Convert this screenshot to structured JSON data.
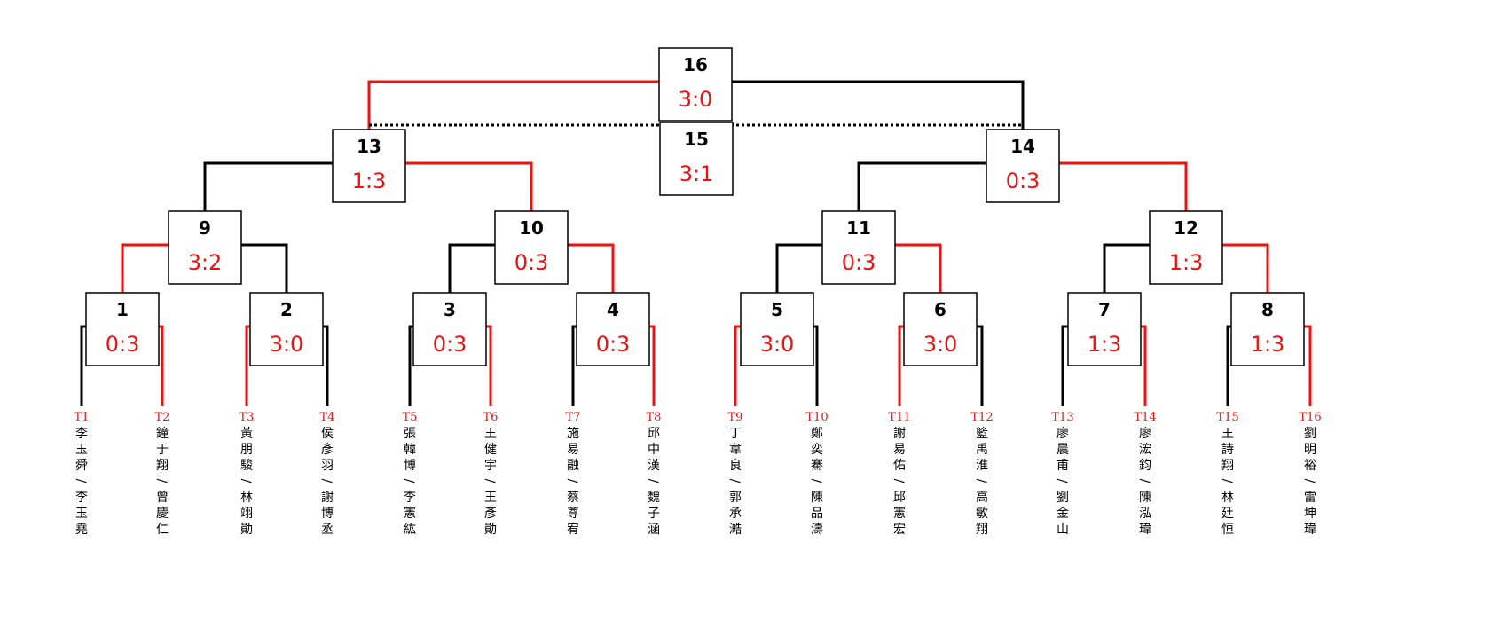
{
  "colors": {
    "win": "#ee1111",
    "line": "#000000",
    "score": "#ee1111",
    "box_border": "#000000"
  },
  "teams": [
    {
      "id": "T1",
      "players": [
        "李玉舜",
        "李玉堯"
      ]
    },
    {
      "id": "T2",
      "players": [
        "鐘于翔",
        "曾慶仁"
      ]
    },
    {
      "id": "T3",
      "players": [
        "黃朋駿",
        "林翊勛"
      ]
    },
    {
      "id": "T4",
      "players": [
        "侯彥羽",
        "謝博丞"
      ]
    },
    {
      "id": "T5",
      "players": [
        "張韓博",
        "李憲紘"
      ]
    },
    {
      "id": "T6",
      "players": [
        "王健宇",
        "王彥勛"
      ]
    },
    {
      "id": "T7",
      "players": [
        "施易融",
        "蔡尊宥"
      ]
    },
    {
      "id": "T8",
      "players": [
        "邱中漢",
        "魏子涵"
      ]
    },
    {
      "id": "T9",
      "players": [
        "丁韋良",
        "郭承澔"
      ]
    },
    {
      "id": "T10",
      "players": [
        "鄭奕騫",
        "陳品濤"
      ]
    },
    {
      "id": "T11",
      "players": [
        "謝易佑",
        "邱憲宏"
      ]
    },
    {
      "id": "T12",
      "players": [
        "籃禹淮",
        "高敏翔"
      ]
    },
    {
      "id": "T13",
      "players": [
        "廖晨甫",
        "劉金山"
      ]
    },
    {
      "id": "T14",
      "players": [
        "廖浤鈞",
        "陳泓瑋"
      ]
    },
    {
      "id": "T15",
      "players": [
        "王詩翔",
        "林廷恒"
      ]
    },
    {
      "id": "T16",
      "players": [
        "劉明裕",
        "雷坤瑋"
      ]
    }
  ],
  "matches": [
    {
      "num": "1",
      "score": "0:3",
      "winner": "right"
    },
    {
      "num": "2",
      "score": "3:0",
      "winner": "left"
    },
    {
      "num": "3",
      "score": "0:3",
      "winner": "right"
    },
    {
      "num": "4",
      "score": "0:3",
      "winner": "right"
    },
    {
      "num": "5",
      "score": "3:0",
      "winner": "left"
    },
    {
      "num": "6",
      "score": "3:0",
      "winner": "left"
    },
    {
      "num": "7",
      "score": "1:3",
      "winner": "right"
    },
    {
      "num": "8",
      "score": "1:3",
      "winner": "right"
    },
    {
      "num": "9",
      "score": "3:2",
      "winner": "left"
    },
    {
      "num": "10",
      "score": "0:3",
      "winner": "right"
    },
    {
      "num": "11",
      "score": "0:3",
      "winner": "right"
    },
    {
      "num": "12",
      "score": "1:3",
      "winner": "right"
    },
    {
      "num": "13",
      "score": "1:3",
      "winner": "right"
    },
    {
      "num": "14",
      "score": "0:3",
      "winner": "right"
    },
    {
      "num": "15",
      "score": "3:1",
      "winner": "none"
    },
    {
      "num": "16",
      "score": "3:0",
      "winner": "left"
    }
  ],
  "name_separator": "/"
}
